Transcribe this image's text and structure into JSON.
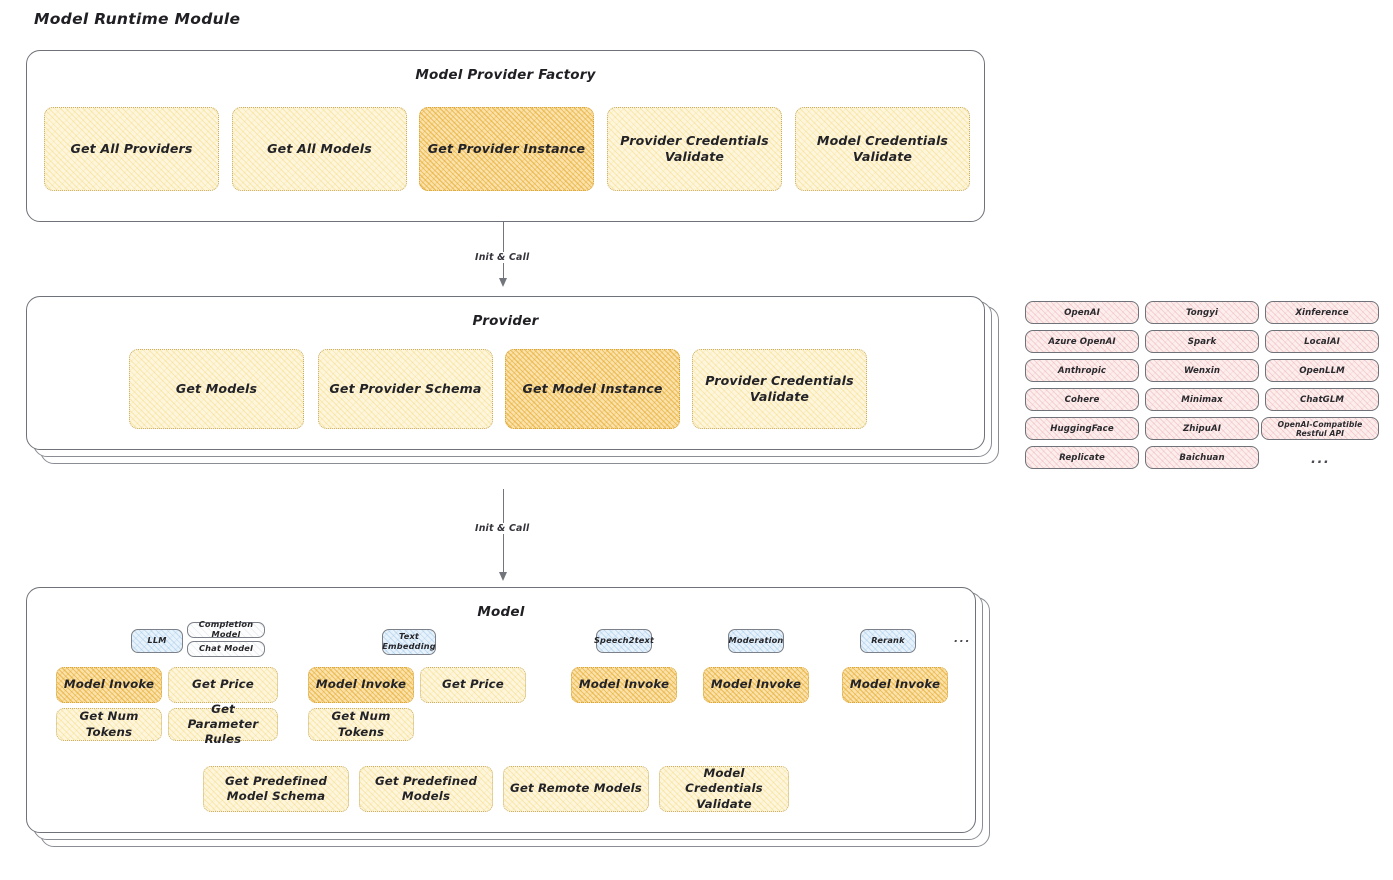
{
  "page": {
    "title": "Model Runtime Module"
  },
  "factory": {
    "title": "Model Provider Factory",
    "actions": [
      {
        "label": "Get All Providers",
        "highlighted": false
      },
      {
        "label": "Get All Models",
        "highlighted": false
      },
      {
        "label": "Get Provider Instance",
        "highlighted": true
      },
      {
        "label": "Provider Credentials Validate",
        "highlighted": false
      },
      {
        "label": "Model Credentials Validate",
        "highlighted": false
      }
    ]
  },
  "connectors": [
    {
      "label": "Init & Call"
    },
    {
      "label": "Init & Call"
    }
  ],
  "provider": {
    "title": "Provider",
    "actions": [
      {
        "label": "Get Models",
        "highlighted": false
      },
      {
        "label": "Get Provider Schema",
        "highlighted": false
      },
      {
        "label": "Get Model Instance",
        "highlighted": true
      },
      {
        "label": "Provider Credentials Validate",
        "highlighted": false
      }
    ]
  },
  "provider_list": {
    "columns": [
      [
        "OpenAI",
        "Azure OpenAI",
        "Anthropic",
        "Cohere",
        "HuggingFace",
        "Replicate"
      ],
      [
        "Tongyi",
        "Spark",
        "Wenxin",
        "Minimax",
        "ZhipuAI",
        "Baichuan"
      ],
      [
        "Xinference",
        "LocalAI",
        "OpenLLM",
        "ChatGLM",
        "OpenAI-Compatible Restful API"
      ]
    ],
    "more": "..."
  },
  "model": {
    "title": "Model",
    "more": "...",
    "types": [
      {
        "name": "LLM",
        "subtypes": [
          "Completion Model",
          "Chat Model"
        ],
        "actions": [
          {
            "label": "Model Invoke",
            "highlighted": true
          },
          {
            "label": "Get Price",
            "highlighted": false
          },
          {
            "label": "Get Num Tokens",
            "highlighted": false
          },
          {
            "label": "Get Parameter Rules",
            "highlighted": false
          }
        ]
      },
      {
        "name": "Text Embedding",
        "subtypes": [],
        "actions": [
          {
            "label": "Model Invoke",
            "highlighted": true
          },
          {
            "label": "Get Price",
            "highlighted": false
          },
          {
            "label": "Get Num Tokens",
            "highlighted": false
          }
        ]
      },
      {
        "name": "Speech2text",
        "subtypes": [],
        "actions": [
          {
            "label": "Model Invoke",
            "highlighted": true
          }
        ]
      },
      {
        "name": "Moderation",
        "subtypes": [],
        "actions": [
          {
            "label": "Model Invoke",
            "highlighted": true
          }
        ]
      },
      {
        "name": "Rerank",
        "subtypes": [],
        "actions": [
          {
            "label": "Model Invoke",
            "highlighted": true
          }
        ]
      }
    ],
    "common_actions": [
      {
        "label": "Get Predefined Model Schema"
      },
      {
        "label": "Get Predefined Models"
      },
      {
        "label": "Get Remote Models"
      },
      {
        "label": "Model Credentials Validate"
      }
    ]
  },
  "colors": {
    "chip_fill": "#fdf6dd",
    "chip_fill_highlight": "#fbe2ac",
    "chip_border": "#c9ae6a",
    "provider_pill_fill": "#fdeeee",
    "model_type_fill": "#e7f2fb",
    "outline": "#6f7278"
  }
}
